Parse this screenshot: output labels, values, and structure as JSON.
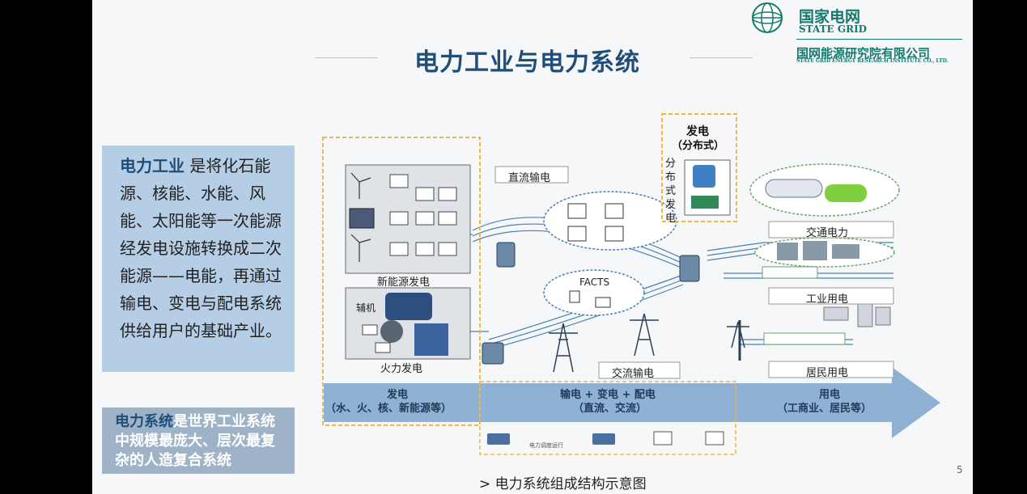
{
  "slide": {
    "title": "电力工业与电力系统",
    "page_number": "5",
    "caption": "> 电力系统组成结构示意图"
  },
  "logo": {
    "cn": "国家电网",
    "en": "STATE GRID",
    "institute_cn": "国网能源研究院有限公司",
    "institute_en": "STATE GRID ENERGY RESEARCH INSTITUTE CO., LTD."
  },
  "industry": {
    "term": "电力工业",
    "text": " 是将化石能源、核能、水能、风能、太阳能等一次能源经发电设施转换成二次能源——电能，再通过输电、变电与配电系统供给用户的基础产业。"
  },
  "system": {
    "term": "电力系统",
    "text": "是世界工业系统中规模最庞大、层次最复杂的人造复合系统"
  },
  "diagram": {
    "new_energy_label": "新能源发电",
    "thermal_label": "火力发电",
    "aux_label": "辅机",
    "dc_label": "直流输电",
    "ac_label": "交流输电",
    "facts_label": "FACTS",
    "distributed_title": "发电",
    "distributed_sub": "（分布式）",
    "distributed_vertical": "分布式发电",
    "transport_label": "交通电力",
    "industrial_label": "工业用电",
    "residential_label": "居民用电",
    "dispatch_label": "电力调度运行",
    "arrow": {
      "gen_title": "发电",
      "gen_sub": "（水、火、核、新能源等）",
      "trans_title": "输电 + 变电 + 配电",
      "trans_sub": "（直流、交流）",
      "use_title": "用电",
      "use_sub": "（工商业、居民等）"
    },
    "colors": {
      "arrow_fill": "#8fb1d3",
      "dashed_border": "#e8b84a",
      "text_dark": "#1f3b57",
      "accent": "#1f4e79"
    }
  }
}
